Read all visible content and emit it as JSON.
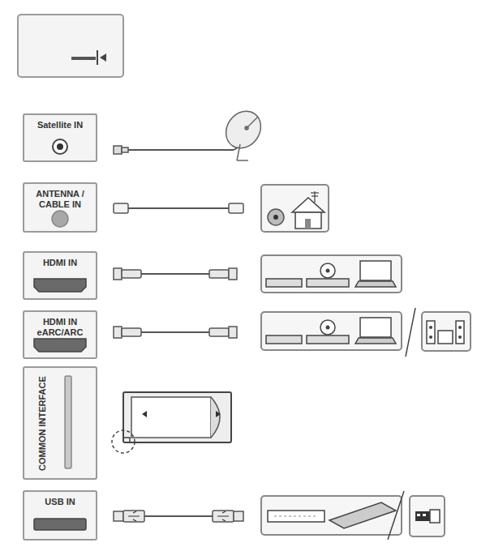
{
  "diagram": {
    "nodes": [
      {
        "text": [
          "Satellite IN"
        ]
      },
      {
        "text": [
          "ANTENNA / CABLE IN"
        ]
      },
      {
        "text": [
          "HDMI IN"
        ]
      },
      {
        "text": [
          "HDMI IN eARC/ARC"
        ]
      },
      {
        "text": [
          "COMMON INTERFACE"
        ]
      },
      {
        "text": [
          "USB IN"
        ]
      }
    ]
  }
}
